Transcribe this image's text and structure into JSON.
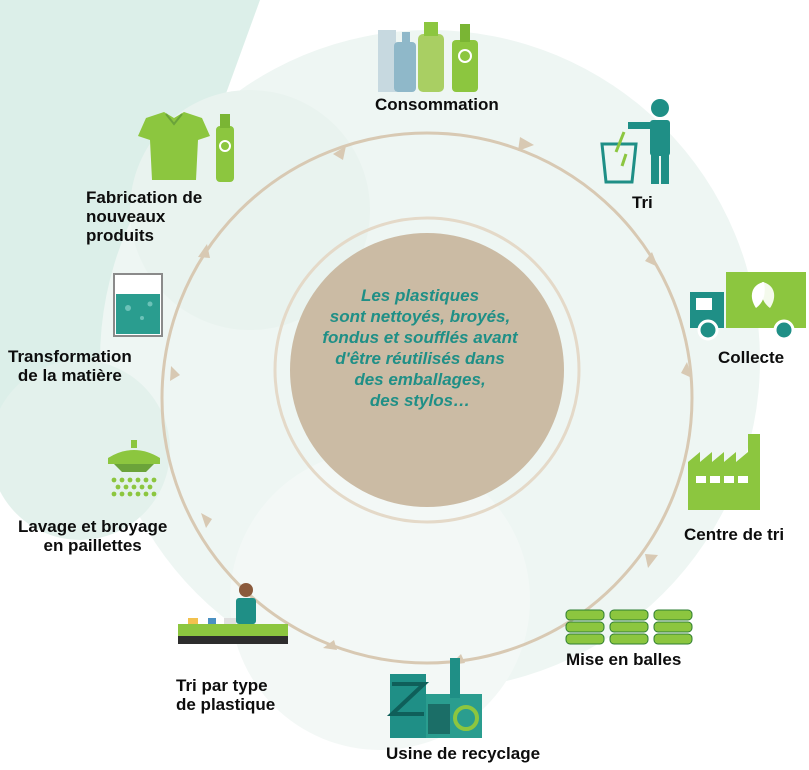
{
  "center_text_lines": [
    "Les plastiques",
    "sont nettoyés, broyés,",
    "fondus et soufflés avant",
    "d'être réutilisés dans",
    "des emballages,",
    "des stylos…"
  ],
  "steps": {
    "consommation": "Consommation",
    "tri": "Tri",
    "collecte": "Collecte",
    "centre_de_tri": "Centre de tri",
    "mise_en_balles": "Mise en balles",
    "usine": "Usine de recyclage",
    "tri_type_1": "Tri par type",
    "tri_type_2": "de plastique",
    "lavage_1": "Lavage et broyage",
    "lavage_2": "en paillettes",
    "transformation_1": "Transformation",
    "transformation_2": "de la matière",
    "fabrication_1": "Fabrication de",
    "fabrication_2": "nouveaux",
    "fabrication_3": "produits"
  },
  "colors": {
    "teal": "#1f8f86",
    "green": "#8cc63f",
    "ring": "#d8c9b3",
    "center_fill": "#cbbba4",
    "background_shapes": "#e6f2ee"
  }
}
